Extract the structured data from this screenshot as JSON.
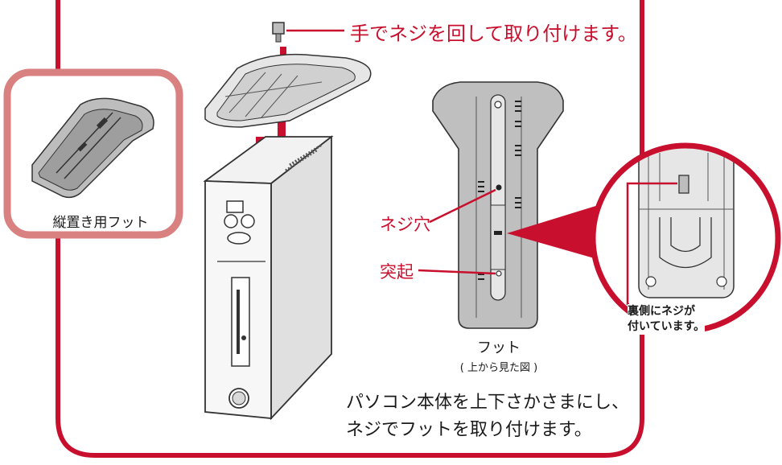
{
  "callouts": {
    "screw_by_hand": "手でネジを回して取り付けます。",
    "screw_hole": "ネジ穴",
    "bump": "突起"
  },
  "inset": {
    "label": "縦置き用フット"
  },
  "foot_view": {
    "title": "フット",
    "subtitle": "( 上から見た図 )"
  },
  "zoom_note": {
    "line1": "裏側にネジが",
    "line2": "付いています。"
  },
  "instruction": {
    "line1": "パソコン本体を上下さかさまにし、",
    "line2": "ネジでフットを取り付けます。"
  },
  "colors": {
    "frame": "#c8102e",
    "inset_border": "#d98080",
    "callout_text": "#c8102e"
  }
}
